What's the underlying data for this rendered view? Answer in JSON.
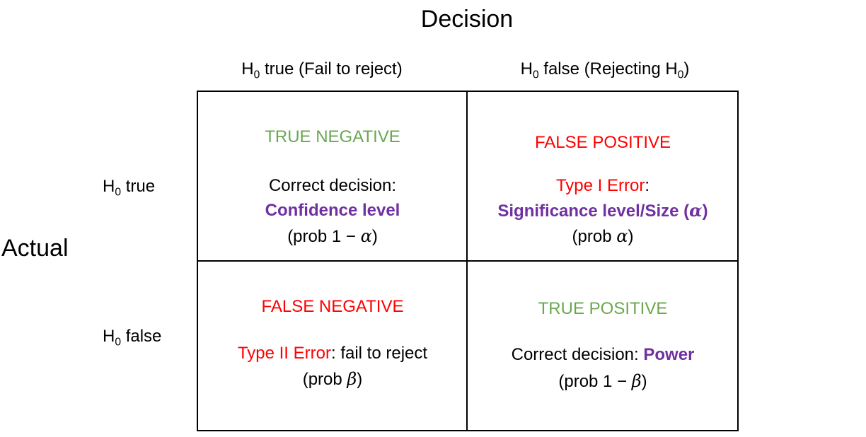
{
  "header": {
    "title": "Decision",
    "side_label": "Actual"
  },
  "columns": [
    {
      "prefix": "H",
      "sub": "0",
      "suffix": " true (Fail to reject)"
    },
    {
      "prefix": "H",
      "sub": "0",
      "suffix": " false (Rejecting H",
      "sub2": "0",
      "suffix2": ")"
    }
  ],
  "rows": [
    {
      "prefix": "H",
      "sub": "0",
      "suffix": " true"
    },
    {
      "prefix": "H",
      "sub": "0",
      "suffix": " false"
    }
  ],
  "cells": {
    "tn": {
      "heading": "TRUE NEGATIVE",
      "line1": "Correct decision:",
      "line2": "Confidence level",
      "prob_open": "(prob 1 − ",
      "prob_sym": "α",
      "prob_close": ")"
    },
    "fp": {
      "heading": "FALSE POSITIVE",
      "error": "Type I Error",
      "colon": ":",
      "line2_text": "Significance level/Size (",
      "line2_sym": "α",
      "line2_close": ")",
      "prob_open": "(prob ",
      "prob_sym": "α",
      "prob_close": ")"
    },
    "fn": {
      "heading": "FALSE NEGATIVE",
      "error": "Type II Error",
      "rest": ": fail to reject",
      "prob_open": "(prob ",
      "prob_sym": "β",
      "prob_close": ")"
    },
    "tp": {
      "heading": "TRUE POSITIVE",
      "line1": "Correct decision: ",
      "power": "Power",
      "prob_open": "(prob 1 − ",
      "prob_sym": "β",
      "prob_close": ")"
    }
  },
  "colors": {
    "green": "#6aa84f",
    "red": "#ff0000",
    "purple": "#7030a0"
  }
}
